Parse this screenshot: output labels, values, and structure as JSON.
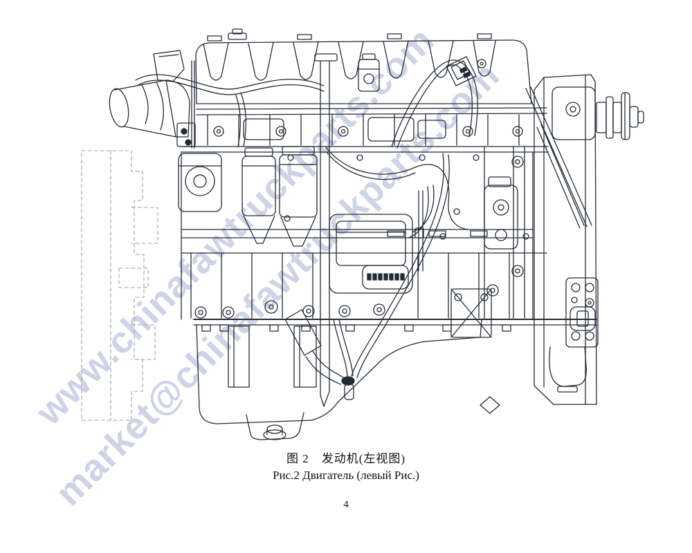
{
  "page": {
    "number": "4",
    "background": "#ffffff"
  },
  "figure": {
    "caption_zh": "图 2　发动机(左视图)",
    "caption_ru": "Рис.2 Двигатель (левый Рис.)"
  },
  "watermark": {
    "line1": "www.chinafawtruckparts.com",
    "line2": "market@chinafawtruckparts.com",
    "color": "#c9cfe4",
    "angle_deg": -45
  },
  "drawing": {
    "subject": "engine-left-view-line-drawing",
    "ink_color": "#232a33",
    "ghost_outline_color": "#9aa1ab"
  }
}
